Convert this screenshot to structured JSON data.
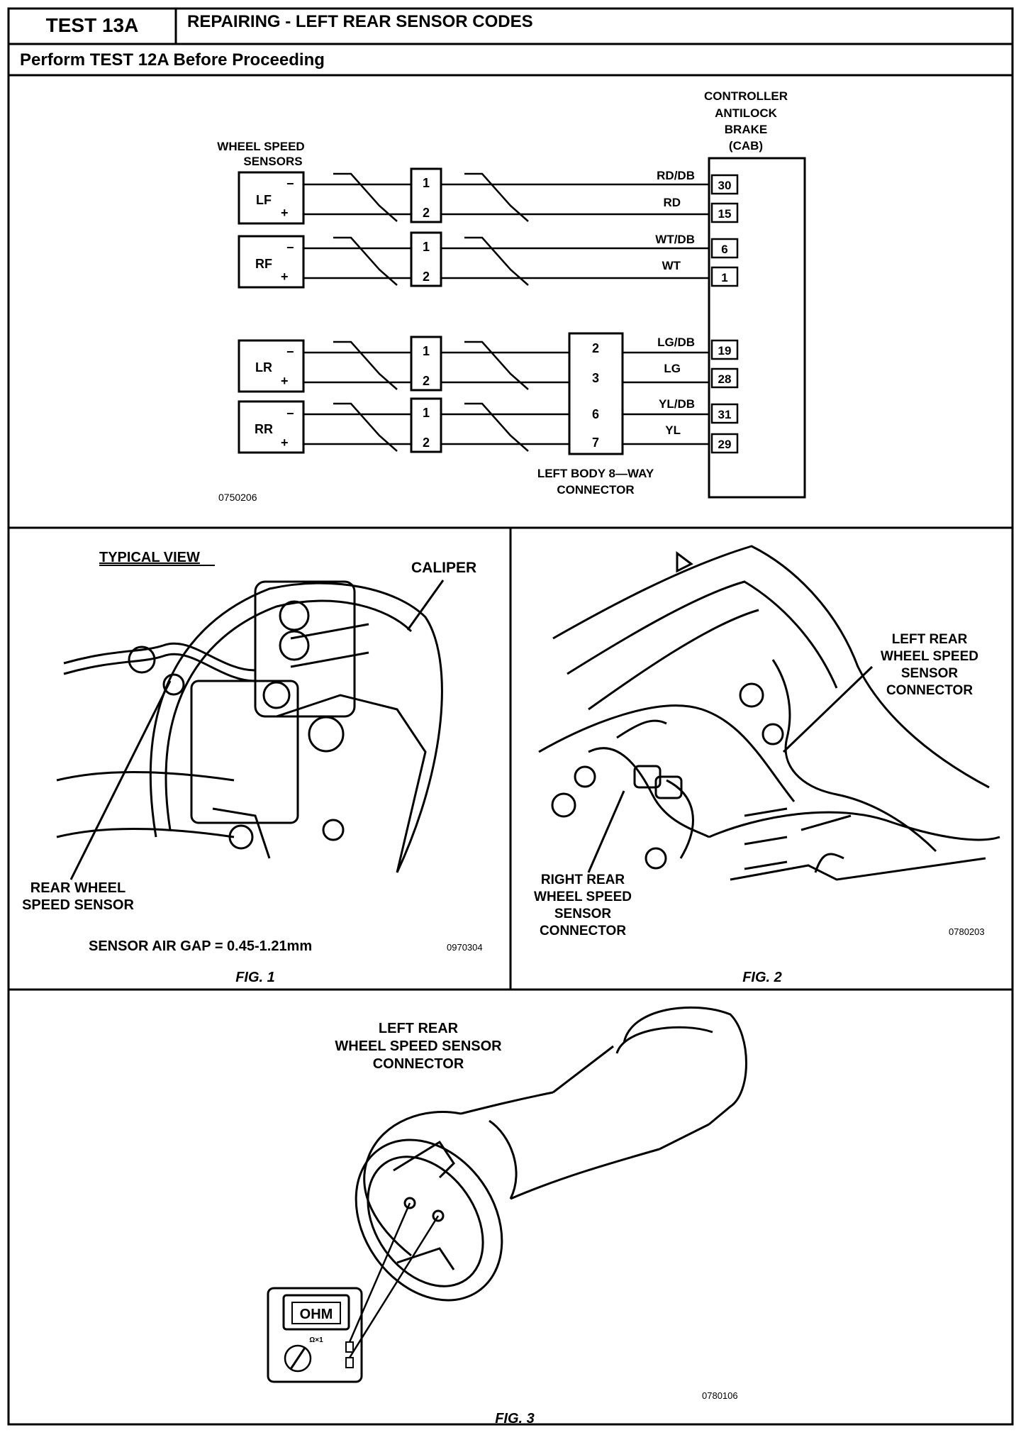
{
  "header": {
    "test_id": "TEST 13A",
    "title": "REPAIRING - LEFT REAR SENSOR CODES",
    "subtitle": "Perform TEST 12A Before Proceeding"
  },
  "schematic": {
    "sensors_label_line1": "WHEEL SPEED",
    "sensors_label_line2": "SENSORS",
    "cab_label_line1": "CONTROLLER",
    "cab_label_line2": "ANTILOCK",
    "cab_label_line3": "BRAKE",
    "cab_label_line4": "(CAB)",
    "sensors": [
      {
        "name": "LF",
        "minus": "−",
        "plus": "+",
        "pin_a": "1",
        "pin_b": "2"
      },
      {
        "name": "RF",
        "minus": "−",
        "plus": "+",
        "pin_a": "1",
        "pin_b": "2"
      },
      {
        "name": "LR",
        "minus": "−",
        "plus": "+",
        "pin_a": "1",
        "pin_b": "2"
      },
      {
        "name": "RR",
        "minus": "−",
        "plus": "+",
        "pin_a": "1",
        "pin_b": "2"
      }
    ],
    "wires": [
      {
        "color": "RD/DB",
        "cab_pin": "30"
      },
      {
        "color": "RD",
        "cab_pin": "15"
      },
      {
        "color": "WT/DB",
        "cab_pin": "6"
      },
      {
        "color": "WT",
        "cab_pin": "1"
      },
      {
        "color": "LG/DB",
        "cab_pin": "19"
      },
      {
        "color": "LG",
        "cab_pin": "28"
      },
      {
        "color": "YL/DB",
        "cab_pin": "31"
      },
      {
        "color": "YL",
        "cab_pin": "29"
      }
    ],
    "body_connector_pins": [
      "2",
      "3",
      "6",
      "7"
    ],
    "body_connector_label_line1": "LEFT BODY 8—WAY",
    "body_connector_label_line2": "CONNECTOR",
    "figure_code": "0750206"
  },
  "fig1": {
    "typical_view": "TYPICAL VIEW",
    "caliper": "CALIPER",
    "sensor_label_line1": "REAR WHEEL",
    "sensor_label_line2": "SPEED SENSOR",
    "air_gap": "SENSOR AIR GAP = 0.45-1.21mm",
    "code": "0970304",
    "caption": "FIG. 1"
  },
  "fig2": {
    "left_label_line1": "LEFT REAR",
    "left_label_line2": "WHEEL SPEED",
    "left_label_line3": "SENSOR",
    "left_label_line4": "CONNECTOR",
    "right_label_line1": "RIGHT REAR",
    "right_label_line2": "WHEEL SPEED",
    "right_label_line3": "SENSOR",
    "right_label_line4": "CONNECTOR",
    "code": "0780203",
    "caption": "FIG. 2"
  },
  "fig3": {
    "label_line1": "LEFT REAR",
    "label_line2": "WHEEL SPEED SENSOR",
    "label_line3": "CONNECTOR",
    "meter_display": "OHM",
    "meter_range": "Ω×1",
    "code": "0780106",
    "caption": "FIG. 3"
  }
}
